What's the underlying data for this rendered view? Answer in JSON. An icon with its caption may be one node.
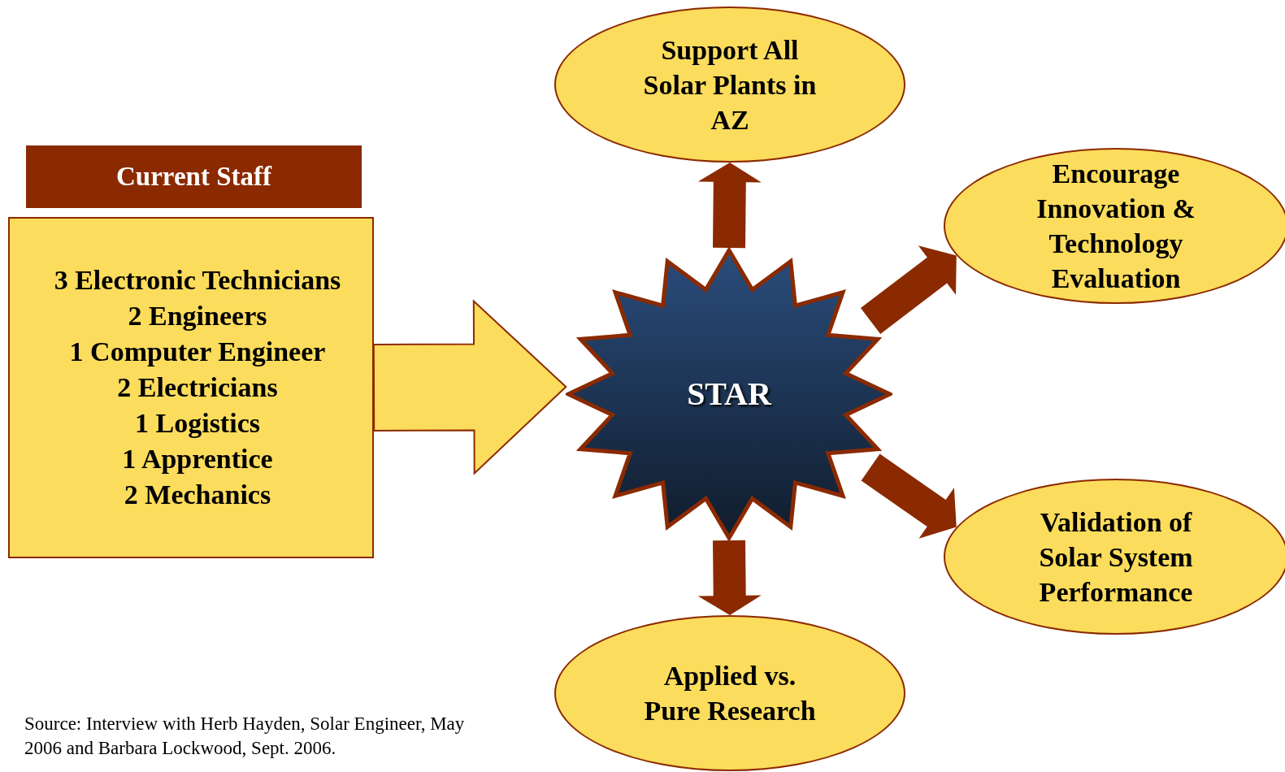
{
  "diagram": {
    "nodes": [
      {
        "text": [
          "Current Staff"
        ]
      },
      {
        "text": [
          "3 Electronic Technicians",
          "2 Engineers",
          "1 Computer Engineer",
          "2 Electricians",
          "1 Logistics",
          "1 Apprentice",
          "2 Mechanics"
        ]
      },
      {
        "text": [
          "STAR"
        ]
      },
      {
        "text": [
          "Support All Solar Plants in AZ"
        ]
      },
      {
        "text": [
          "Encourage Innovation & Technology Evaluation"
        ]
      },
      {
        "text": [
          "Validation of Solar System Performance"
        ]
      },
      {
        "text": [
          "Applied vs. Pure Research"
        ]
      }
    ],
    "edges": [
      {
        "from": 1,
        "to": 2,
        "arrow": "to",
        "style": "thick",
        "color": "#fcdc5c"
      },
      {
        "from": 2,
        "to": 3,
        "arrow": "to",
        "style": "thick"
      },
      {
        "from": 2,
        "to": 4,
        "arrow": "to",
        "style": "thick"
      },
      {
        "from": 2,
        "to": 5,
        "arrow": "to",
        "style": "thick"
      },
      {
        "from": 2,
        "to": 6,
        "arrow": "to",
        "style": "thick"
      }
    ],
    "caption": "Source: Interview with Herb Hayden, Solar Engineer, May 2006 and Barbara Lockwood, Sept. 2006."
  }
}
